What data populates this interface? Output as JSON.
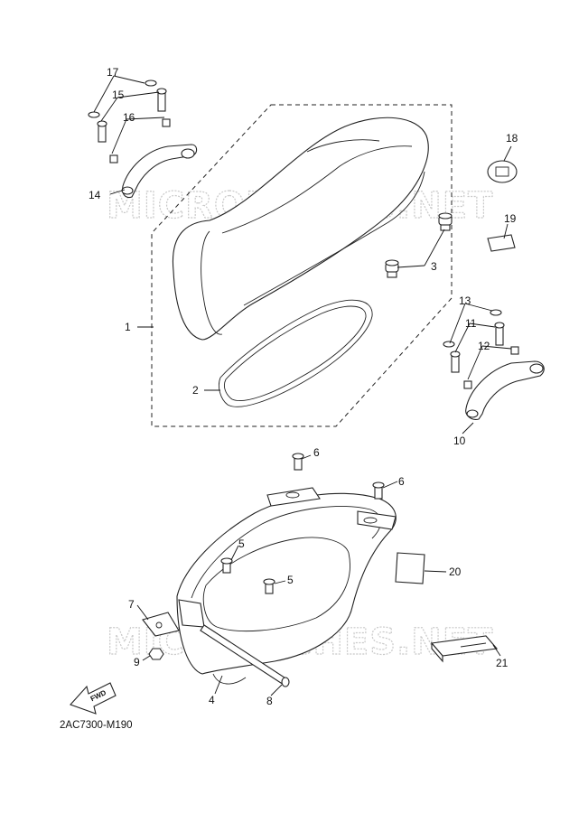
{
  "diagram": {
    "figure_code": "2AC7300-M190",
    "watermark": "MICROFICHES.NET",
    "fwd_arrow_text": "FWD",
    "callouts": [
      "1",
      "2",
      "3",
      "4",
      "5",
      "5",
      "6",
      "6",
      "7",
      "8",
      "9",
      "10",
      "11",
      "12",
      "13",
      "14",
      "15",
      "16",
      "17",
      "18",
      "19",
      "20",
      "21"
    ]
  }
}
